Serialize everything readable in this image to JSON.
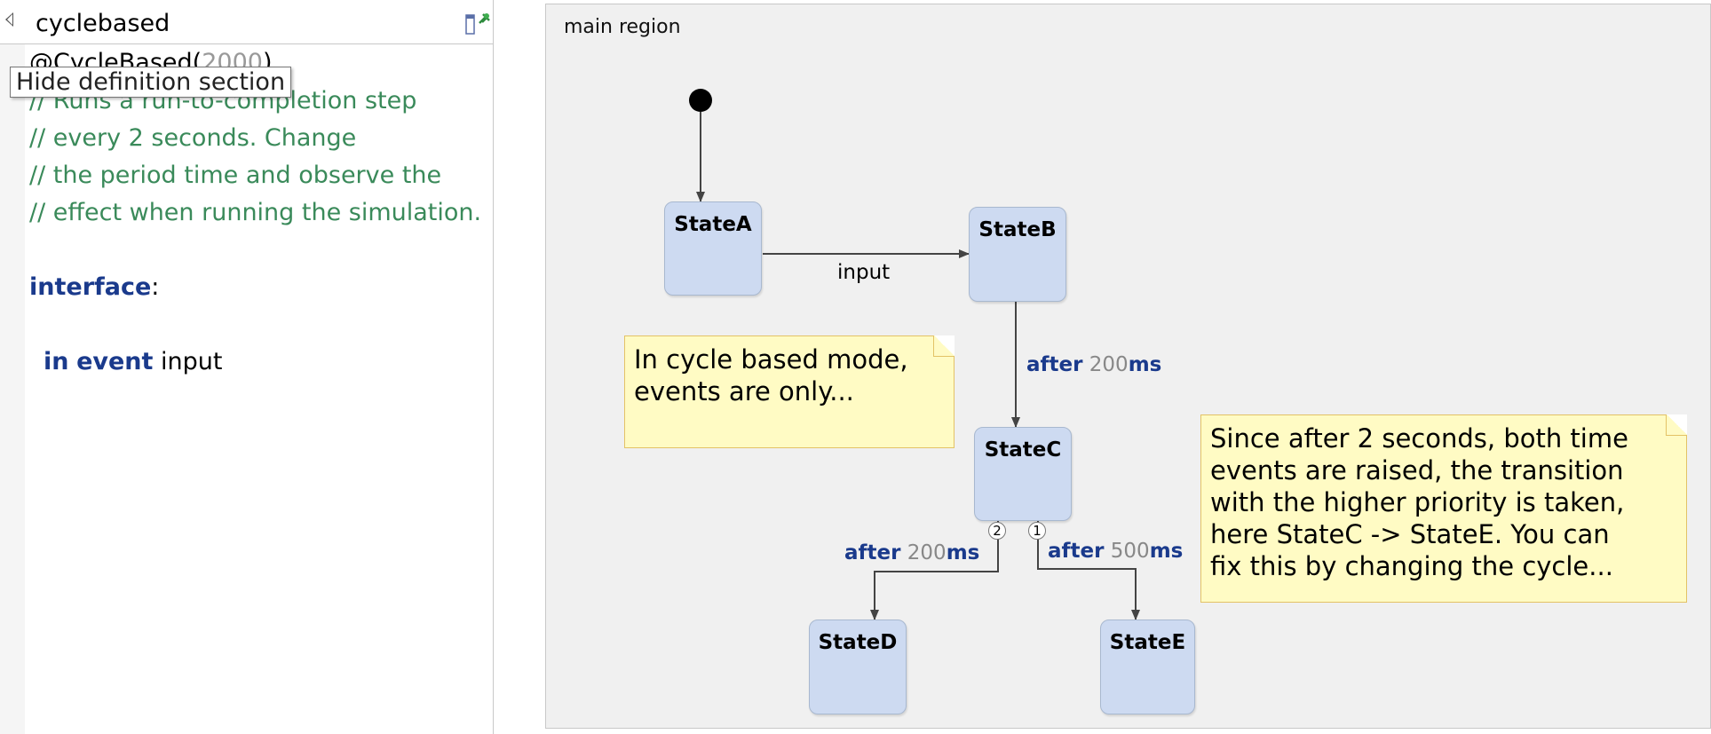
{
  "definition_panel": {
    "title": "cyclebased",
    "tooltip": "Hide definition section",
    "annotation": {
      "name": "@CycleBased(",
      "value": "2000",
      "close": ")"
    },
    "comments": [
      "// Runs a run-to-completion step",
      "// every 2 seconds. Change",
      "// the period time and observe the",
      "// effect when running the simulation."
    ],
    "interface_keyword": "interface",
    "interface_colon": ":",
    "in_keyword": "in",
    "event_keyword": "event",
    "event_name": "input"
  },
  "diagram": {
    "region_label": "main region",
    "states": {
      "a": "StateA",
      "b": "StateB",
      "c": "StateC",
      "d": "StateD",
      "e": "StateE"
    },
    "transitions": {
      "a_to_b": "input",
      "b_to_c": {
        "keyword": "after",
        "value": "200",
        "unit": "ms"
      },
      "c_to_d": {
        "keyword": "after",
        "value": "200",
        "unit": "ms",
        "priority": "2"
      },
      "c_to_e": {
        "keyword": "after",
        "value": "500",
        "unit": "ms",
        "priority": "1"
      }
    },
    "notes": {
      "cycle_note": [
        "In cycle based mode,",
        "events are only..."
      ],
      "priority_note": [
        "Since after 2 seconds, both time",
        "events are raised, the transition",
        "with the higher priority is taken,",
        "here StateC -> StateE. You can",
        "fix this by changing the cycle..."
      ]
    },
    "colors": {
      "state_fill": "#cddaf1",
      "note_fill": "#fffbc4",
      "keyword": "#1a3a8c",
      "comment": "#3a8a5a"
    }
  }
}
